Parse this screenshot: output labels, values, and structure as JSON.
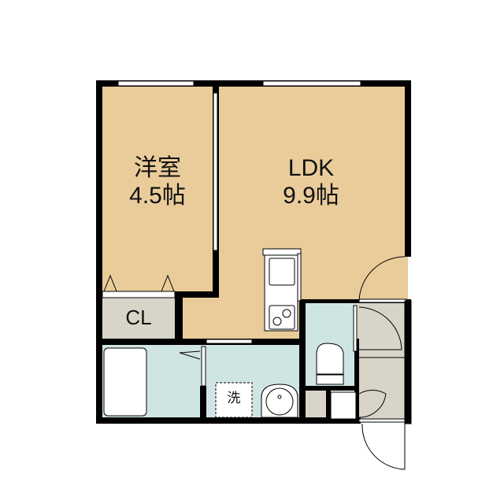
{
  "rooms": {
    "western": {
      "name": "洋室",
      "size": "4.5帖"
    },
    "ldk": {
      "name": "LDK",
      "size": "9.9帖"
    },
    "closet": {
      "name": "CL"
    },
    "washer": {
      "name": "洗"
    }
  },
  "colors": {
    "living": "#e9cc9a",
    "storage": "#d9d4c8",
    "wet": "#cfe5e4",
    "wall": "#000000"
  }
}
